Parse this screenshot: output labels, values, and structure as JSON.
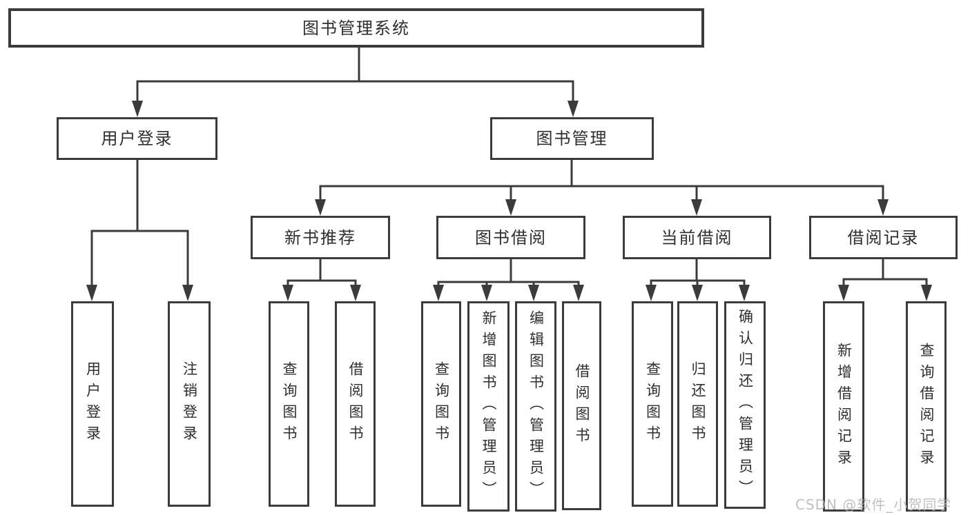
{
  "tree": {
    "root": {
      "label": "图书管理系统"
    },
    "children": [
      {
        "label": "用户登录",
        "children": [
          {
            "label": "用户登录"
          },
          {
            "label": "注销登录"
          }
        ]
      },
      {
        "label": "图书管理",
        "children": [
          {
            "label": "新书推荐",
            "children": [
              {
                "label": "查询图书"
              },
              {
                "label": "借阅图书"
              }
            ]
          },
          {
            "label": "图书借阅",
            "children": [
              {
                "label": "查询图书"
              },
              {
                "label": "新增图书（管理员）"
              },
              {
                "label": "编辑图书（管理员）"
              },
              {
                "label": "借阅图书"
              }
            ]
          },
          {
            "label": "当前借阅",
            "children": [
              {
                "label": "查询图书"
              },
              {
                "label": "归还图书"
              },
              {
                "label": "确认归还（管理员）"
              }
            ]
          },
          {
            "label": "借阅记录",
            "children": [
              {
                "label": "新增借阅记录"
              },
              {
                "label": "查询借阅记录"
              }
            ]
          }
        ]
      }
    ]
  },
  "watermark": {
    "text": "CSDN @软件_小贺同学"
  },
  "colors": {
    "line": "#3b3b3b",
    "text": "#2e2e2e",
    "node_background": "#ffffff",
    "page_background": "#ffffff",
    "watermark": "#b5b5b5"
  }
}
